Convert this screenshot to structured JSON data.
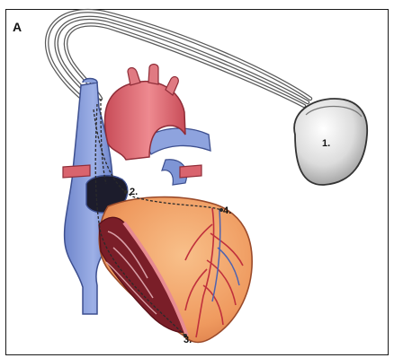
{
  "panel_label": "A",
  "labels": {
    "device": "1.",
    "atrial_lead_tip": "2.",
    "ventricular_lead_tip": "3.",
    "lv_lead_tip": "4."
  },
  "colors": {
    "frame": "#1a1a1a",
    "venous_blue": "#7f97d6",
    "aorta_pink": "#d9646e",
    "myocardium_orange": "#ef9a5f",
    "vessel_red": "#c0303c",
    "device_grey": "#d8d8d8"
  }
}
